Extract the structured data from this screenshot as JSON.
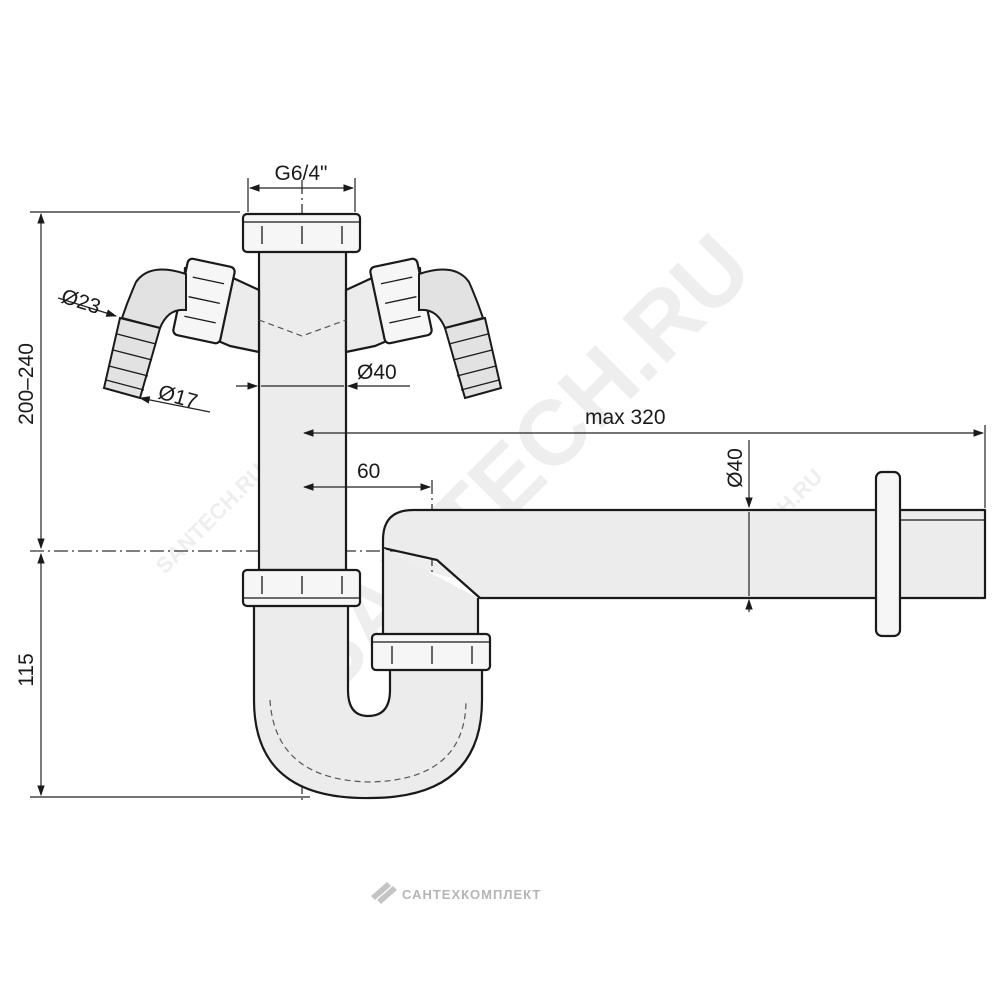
{
  "dimensions": {
    "thread": "G6/4\"",
    "inlet_outer": "Ø23",
    "inlet_inner": "Ø17",
    "pipe_diameter": "Ø40",
    "outlet_diameter": "Ø40",
    "max_length": "max 320",
    "offset": "60",
    "height_upper": "200–240",
    "height_lower": "115"
  },
  "watermark": {
    "main": "SANTECH.RU",
    "small": "SANTECH.RU",
    "footer": "САНТЕХКОМПЛЕКТ"
  },
  "colors": {
    "line": "#1a1a1a",
    "fill": "#ececec",
    "watermark": "#000000"
  }
}
